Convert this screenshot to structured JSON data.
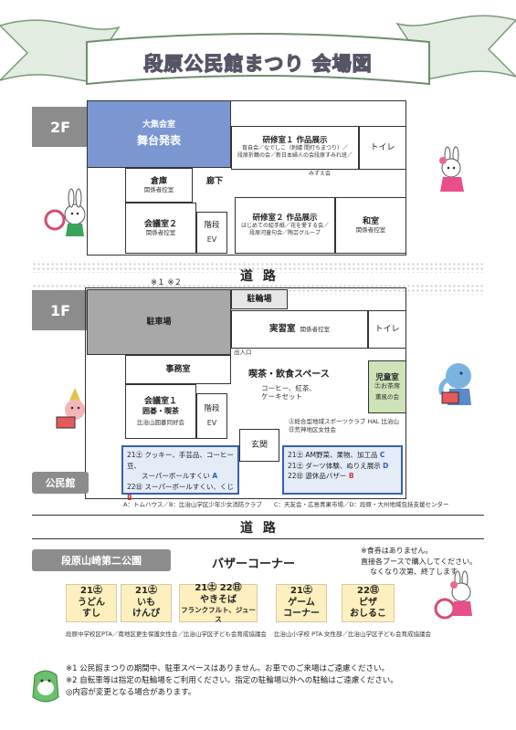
{
  "title": "段原公民館まつり 会場図",
  "floor2": {
    "label": "2F",
    "daishukai": {
      "name": "大集会室",
      "sub": "舞台発表"
    },
    "kenshu1": {
      "name": "研修室１ 作品展示",
      "line1": "育自会／なでしこ（刺繍 間打ちまつり）／",
      "line2": "段原折鶴の会／新日本婦人の会段原すみれ班／",
      "line3": "みずえ会"
    },
    "toilet": "トイレ",
    "soko": {
      "name": "倉庫",
      "sub": "関係者控室"
    },
    "rouka": "廊下",
    "kenshu2": {
      "name": "研修室２ 作品展示",
      "line1": "はじめての絵手紙／花を愛する会／",
      "line2": "段原河童句会／陶芸グループ"
    },
    "kaigi2": {
      "name": "会議室２",
      "sub": "関係者控室"
    },
    "kaidan": "階段",
    "ev": "EV",
    "washitsu": {
      "name": "和室",
      "sub": "関係者控室"
    }
  },
  "road_top": "道 路",
  "floor1": {
    "label": "1F",
    "parking_note": "※１ ※２",
    "churinjo": "駐輪場",
    "chushajo": "駐車場",
    "jisshu": {
      "name": "実習室",
      "sub": "関係者控室"
    },
    "toilet": "トイレ",
    "entrance": "出入口",
    "jimusho": "事務室",
    "kissa": {
      "name": "喫茶・飲食スペース",
      "line1": "コーヒー、紅茶、",
      "line2": "ケーキセット"
    },
    "jidou": {
      "name": "児童室",
      "sub1": "㊏お茶席",
      "sub2": "薫風の会"
    },
    "kaigi1": {
      "name": "会議室１",
      "sub1": "囲碁・喫茶",
      "sub2": "比治山囲碁同好会"
    },
    "kaidan": "階段",
    "ev": "EV",
    "genkan": "玄関",
    "note_sat": "㊏総合型地域スポーツクラブ HAL 比治山",
    "note_sun": "㊐荒神地区女性会",
    "left_box": {
      "l1": "21㊏ クッキー、手芸品、コーヒー豆、",
      "l2": "スーパーボールすくい",
      "l2_tag": "A",
      "l3": "22㊐ スーパーボールすくい、くじ",
      "l3_tag": "B"
    },
    "right_box": {
      "l1": "21㊏ AM野菜、果物、加工品",
      "l1_tag": "C",
      "l2": "21㊏ ダーツ体験、ぬりえ展示",
      "l2_tag": "D",
      "l3": "22㊐ 遊休品バザー",
      "l3_tag": "B"
    },
    "legend_left": "A：トムハウス／B：比治山学区少年少女消防クラブ",
    "legend_right": "C：天友会・広島青果市場／D：段原・大州地域包括支援センター"
  },
  "kouminkan": "公民館",
  "road_bottom": "道 路",
  "park": "段原山崎第二公園",
  "bazaar": "バザーコーナー",
  "ticket_note": {
    "l1": "※食券はありません。",
    "l2": "直接各ブースで購入してください。",
    "l3": "なくなり次第、終了します。"
  },
  "stalls": [
    {
      "day": "21㊏",
      "item": "うどん",
      "item2": "すし"
    },
    {
      "day": "21㊏",
      "item": "いも",
      "item2": "けんぴ"
    },
    {
      "day": "21㊏ 22㊐",
      "item": "やきそば",
      "item2": "フランクフルト、ジュース"
    },
    {
      "day": "21㊏",
      "item": "ゲーム",
      "item2": "コーナー"
    },
    {
      "day": "22㊐",
      "item": "ピザ",
      "item2": "おしるこ"
    }
  ],
  "stall_credit_left": "段原中学校区PTA／南地区更生保護女性会／比治山学区子ども会育成協議会",
  "stall_credit_right": "比治山小学校 PTA 女性部／比治山学区子ども会育成協議会",
  "notes": {
    "n1": "※1 公民館まつりの期間中、駐車スペースはありません。お車でのご来場はご遠慮ください。",
    "n2": "※2 自転車等は指定の駐輪場をご利用ください。指定の駐輪場以外への駐輪はご遠慮ください。",
    "n3": "◎内容が変更となる場合があります。"
  },
  "colors": {
    "blue_room": "#7b96d1",
    "green_room": "#cfe3b8",
    "slip": "#fdf0be",
    "gray": "#8c8c8c"
  }
}
